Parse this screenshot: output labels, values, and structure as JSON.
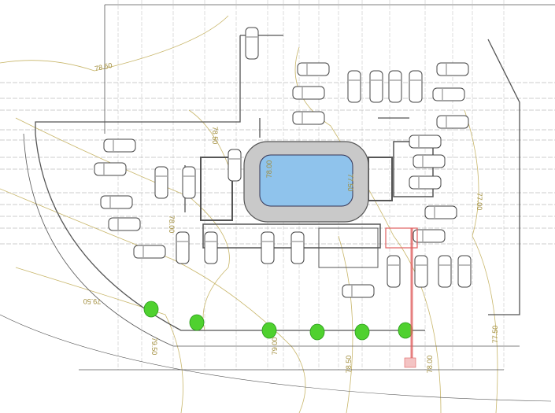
{
  "drawing": {
    "contour_labels": [
      "78.50",
      "78.50",
      "78.00",
      "78.00",
      "77.50",
      "77.00",
      "79.50",
      "79.50",
      "79.00",
      "78.50",
      "78.00",
      "77.50"
    ],
    "colors": {
      "linework": "#555555",
      "contour": "#c8b66a",
      "pool_water": "#8fc3ec",
      "pool_deck": "#bdbdbd",
      "trees": "#4fd12f",
      "highlight": "#e06060"
    }
  }
}
